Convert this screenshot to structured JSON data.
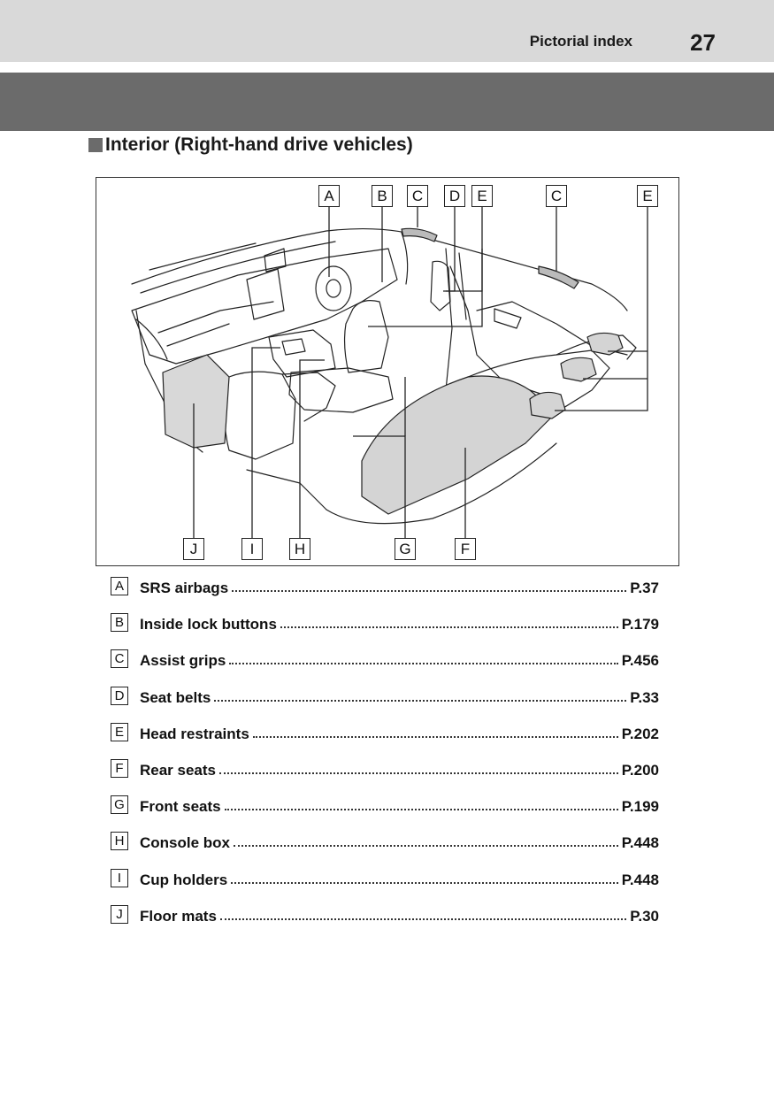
{
  "header": {
    "title": "Pictorial index",
    "page_number": "27"
  },
  "section": {
    "title": "Interior (Right-hand drive vehicles)"
  },
  "figure": {
    "callouts": [
      "A",
      "B",
      "C",
      "D",
      "E",
      "C",
      "E",
      "J",
      "I",
      "H",
      "G",
      "F"
    ]
  },
  "index": [
    {
      "letter": "A",
      "term": "SRS airbags",
      "page": "P.37"
    },
    {
      "letter": "B",
      "term": "Inside lock buttons",
      "page": "P.179"
    },
    {
      "letter": "C",
      "term": "Assist grips",
      "page": "P.456"
    },
    {
      "letter": "D",
      "term": "Seat belts",
      "page": "P.33"
    },
    {
      "letter": "E",
      "term": "Head restraints",
      "page": "P.202"
    },
    {
      "letter": "F",
      "term": "Rear seats",
      "page": "P.200"
    },
    {
      "letter": "G",
      "term": "Front seats",
      "page": "P.199"
    },
    {
      "letter": "H",
      "term": "Console box",
      "page": "P.448"
    },
    {
      "letter": "I",
      "term": "Cup holders",
      "page": "P.448"
    },
    {
      "letter": "J",
      "term": "Floor mats",
      "page": "P.30"
    }
  ]
}
